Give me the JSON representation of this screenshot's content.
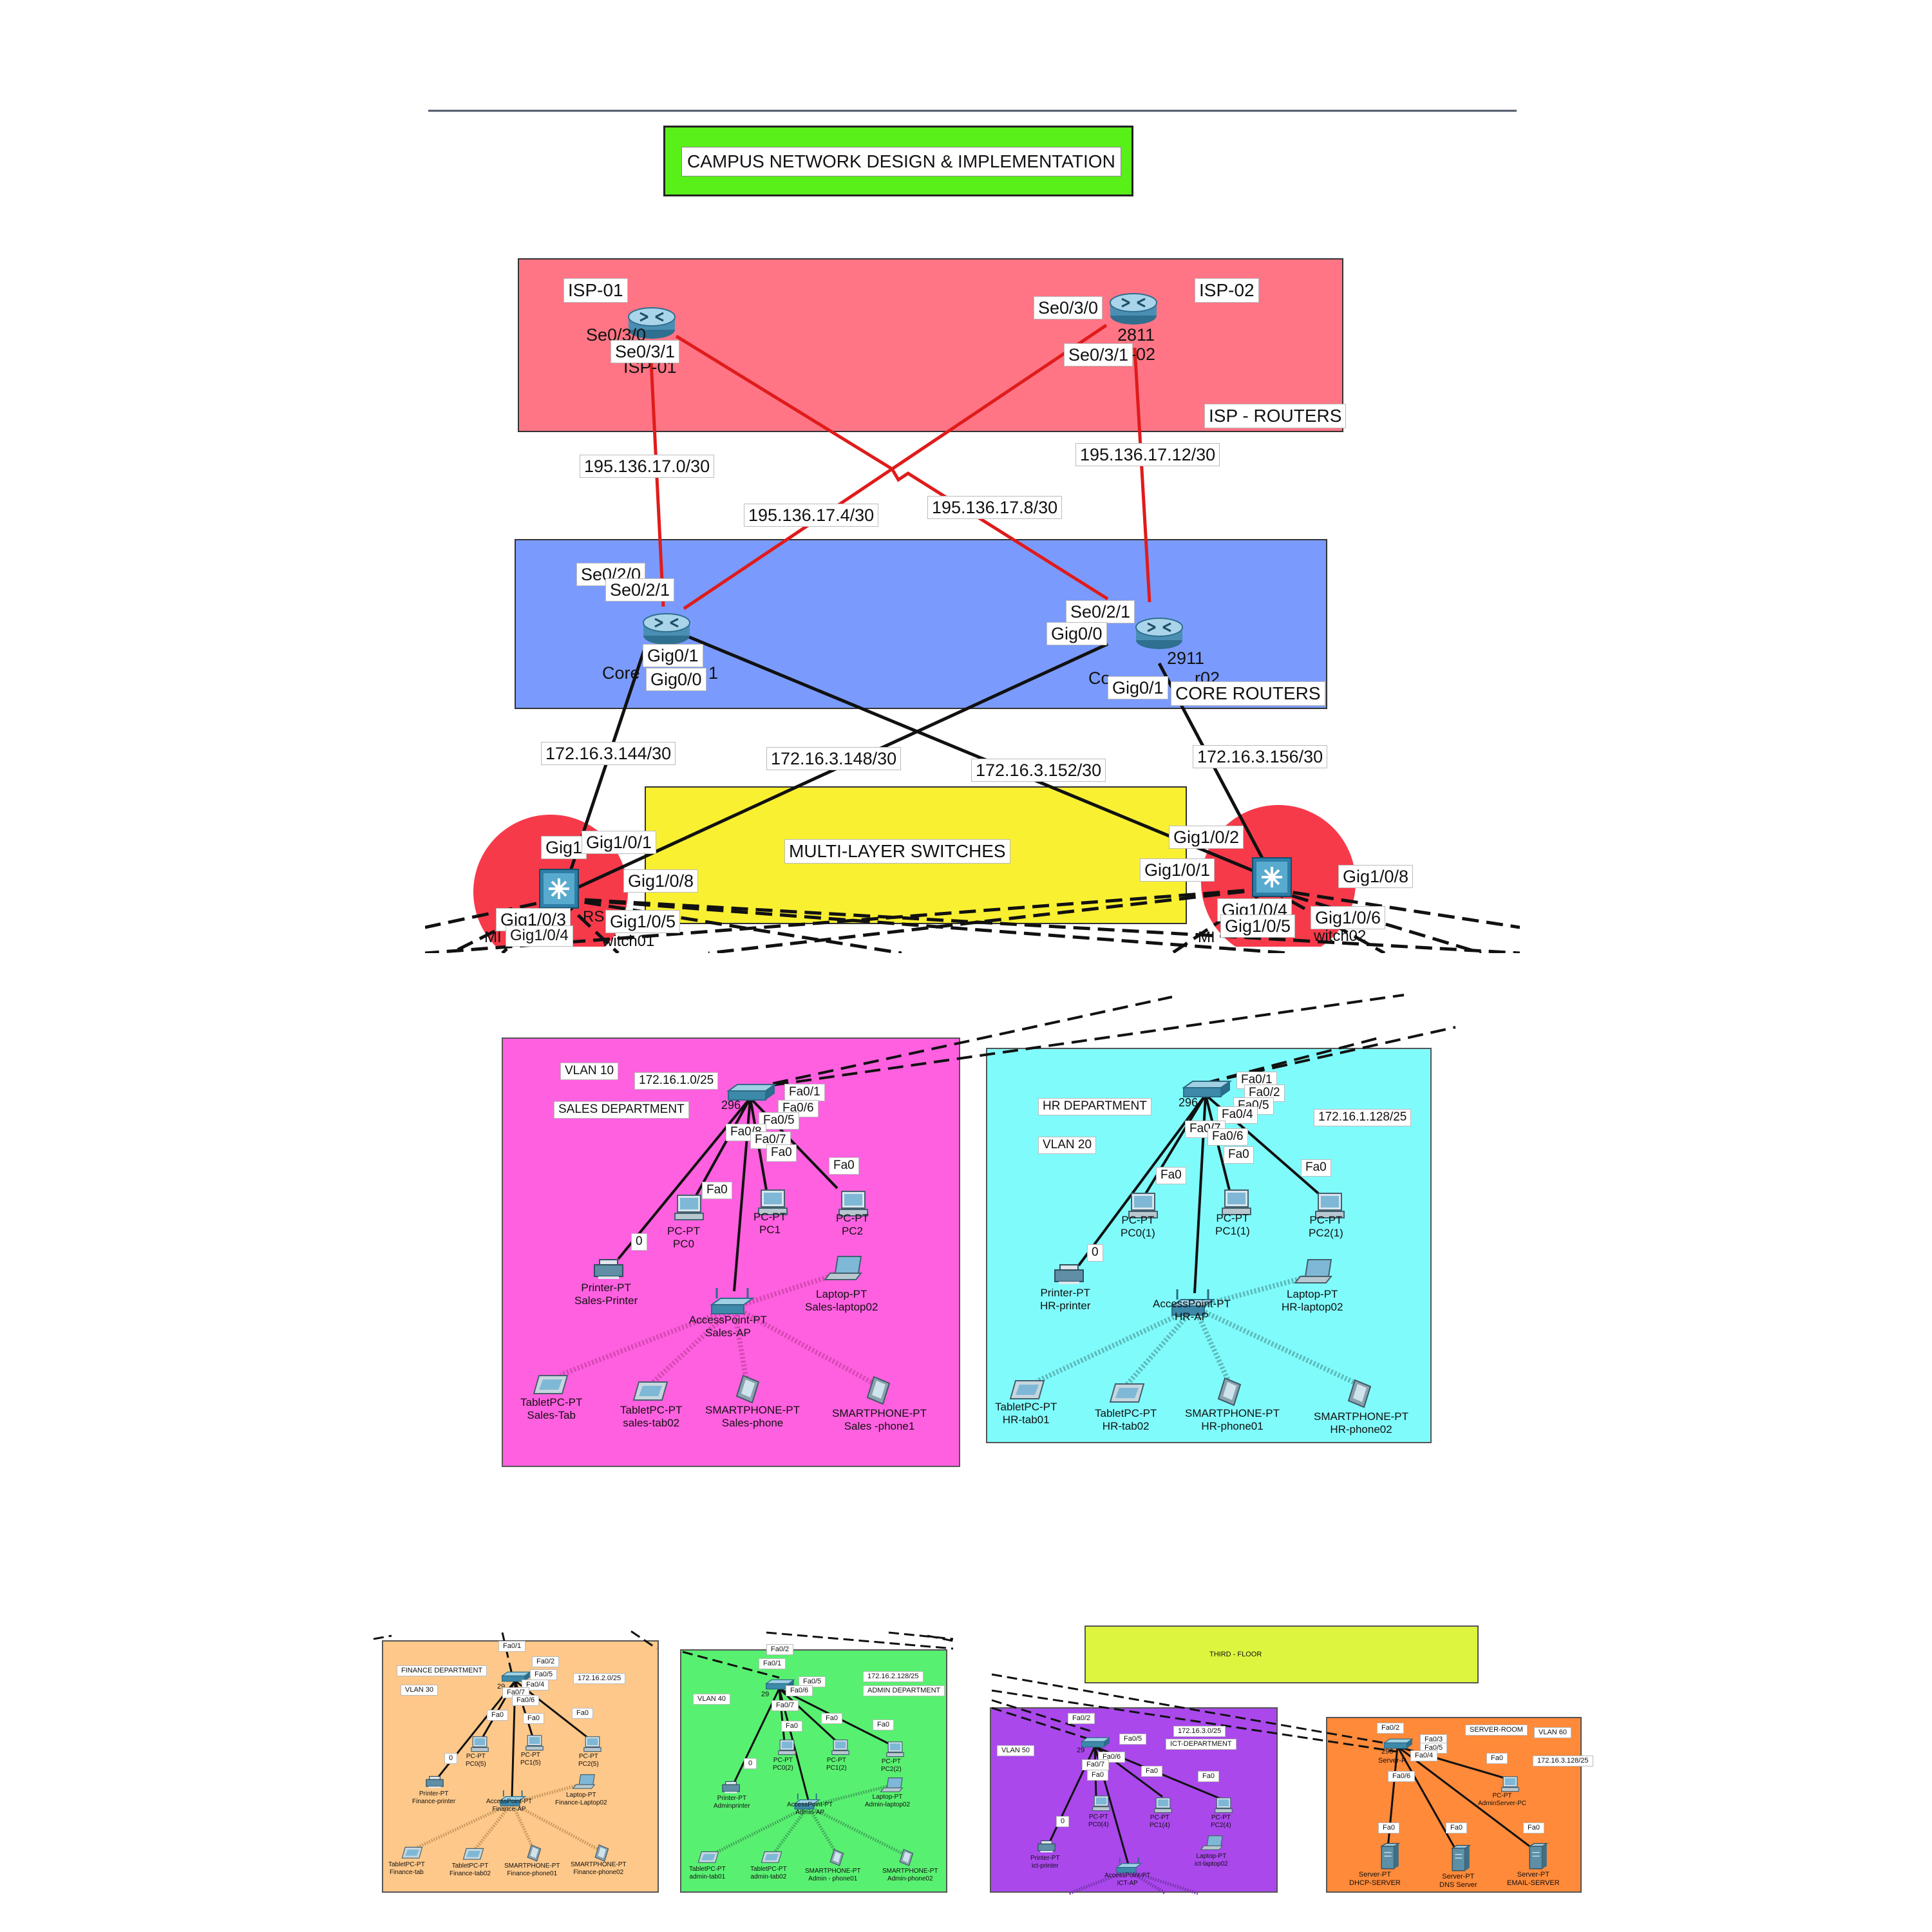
{
  "title": "CAMPUS NETWORK DESIGN & IMPLEMENTATION",
  "zones": {
    "isp": "ISP - ROUTERS",
    "core": "CORE ROUTERS",
    "mls": "MULTI-LAYER SWITCHES",
    "third_floor": "THIRD - FLOOR"
  },
  "routers": {
    "isp01": {
      "name": "ISP-01",
      "caption": "ISP-01",
      "if_a": "Se0/3/0",
      "if_b": "Se0/3/1"
    },
    "isp02": {
      "name": "ISP-02",
      "model": "2811",
      "caption": "-02",
      "if_a": "Se0/3/0",
      "if_b": "Se0/3/1"
    },
    "core01": {
      "caption_a": "Core",
      "caption_b": "1",
      "se_a": "Se0/2/0",
      "se_b": "Se0/2/1",
      "gig_a": "Gig0/1",
      "gig_b": "Gig0/0"
    },
    "core02": {
      "model": "2911",
      "caption": "Co",
      "caption_b": "r02",
      "se_b": "Se0/2/1",
      "gig_a": "Gig0/0",
      "gig_b": "Gig0/1"
    }
  },
  "links": {
    "isp1_core1": "195.136.17.0/30",
    "isp2_core1": "195.136.17.4/30",
    "isp1_core2": "195.136.17.8/30",
    "isp2_core2": "195.136.17.12/30",
    "core1_mls1": "172.16.3.144/30",
    "core2_mls1": "172.16.3.148/30",
    "core1_mls2": "172.16.3.152/30",
    "core2_mls2": "172.16.3.156/30"
  },
  "mls1": {
    "ports": [
      "Gig1",
      "Gig1/0/1",
      "Gig1/0/8",
      "Gig1/0/3",
      "Gig1/0/4",
      "Gig1/0/5"
    ],
    "caption_a": "MI",
    "caption_b": "witch01",
    "frag": "RS"
  },
  "mls2": {
    "ports": [
      "Gig1/0/2",
      "Gig1/0/1",
      "Gig1/0/8",
      "Gig1/0/4",
      "Gig1/0/5",
      "Gig1/0/6"
    ],
    "caption_a": "MI",
    "caption_b": "witch02"
  },
  "sales": {
    "vlan": "VLAN 10",
    "subnet": "172.16.1.0/25",
    "dept": "SALES DEPARTMENT",
    "switch_model": "296",
    "ports": [
      "Fa0/1",
      "Fa0/6",
      "Fa0/5",
      "Fa0/8",
      "Fa0/7",
      "Fa0",
      "Fa0",
      "Fa0",
      "0"
    ],
    "pc0": [
      "PC-PT",
      "PC0"
    ],
    "pc1": [
      "PC-PT",
      "PC1"
    ],
    "pc2": [
      "PC-PT",
      "PC2"
    ],
    "printer": [
      "Printer-PT",
      "Sales-Printer"
    ],
    "laptop": [
      "Laptop-PT",
      "Sales-laptop02"
    ],
    "ap": [
      "AccessPoint-PT",
      "Sales-AP"
    ],
    "tab1": [
      "TabletPC-PT",
      "Sales-Tab"
    ],
    "tab2": [
      "TabletPC-PT",
      "sales-tab02"
    ],
    "phone1": [
      "SMARTPHONE-PT",
      "Sales-phone"
    ],
    "phone2": [
      "SMARTPHONE-PT",
      "Sales -phone1"
    ]
  },
  "hr": {
    "vlan": "VLAN 20",
    "subnet": "172.16.1.128/25",
    "dept": "HR DEPARTMENT",
    "switch_model": "296",
    "ports": [
      "Fa0/1",
      "Fa0/2",
      "Fa0/5",
      "Fa0/4",
      "Fa0/7",
      "Fa0/6",
      "Fa0",
      "Fa0",
      "Fa0",
      "0"
    ],
    "pc0": [
      "PC-PT",
      "PC0(1)"
    ],
    "pc1": [
      "PC-PT",
      "PC1(1)"
    ],
    "pc2": [
      "PC-PT",
      "PC2(1)"
    ],
    "printer": [
      "Printer-PT",
      "HR-printer"
    ],
    "laptop": [
      "Laptop-PT",
      "HR-laptop02"
    ],
    "ap": [
      "AccessPoint-PT",
      "HR-AP"
    ],
    "tab1": [
      "TabletPC-PT",
      "HR-tab01"
    ],
    "tab2": [
      "TabletPC-PT",
      "HR-tab02"
    ],
    "phone1": [
      "SMARTPHONE-PT",
      "HR-phone01"
    ],
    "phone2": [
      "SMARTPHONE-PT",
      "HR-phone02"
    ]
  },
  "finance": {
    "vlan": "VLAN 30",
    "subnet": "172.16.2.0/25",
    "dept": "FINANCE DEPARTMENT",
    "switch_model": "29",
    "ports": [
      "Fa0/1",
      "Fa0/2",
      "Fa0/5",
      "Fa0/4",
      "Fa0/7",
      "Fa0/6",
      "Fa0",
      "Fa0",
      "Fa0",
      "0"
    ],
    "pc0": [
      "PC-PT",
      "PC0(5)"
    ],
    "pc1": [
      "PC-PT",
      "PC1(5)"
    ],
    "pc2": [
      "PC-PT",
      "PC2(5)"
    ],
    "printer": [
      "Printer-PT",
      "Finance-printer"
    ],
    "laptop": [
      "Laptop-PT",
      "Finance-Laptop02"
    ],
    "ap": [
      "AccessPoint-PT",
      "Finance-AP"
    ],
    "tab1": [
      "TabletPC-PT",
      "Finance-tab"
    ],
    "tab2": [
      "TabletPC-PT",
      "Finance-tab02"
    ],
    "phone1": [
      "SMARTPHONE-PT",
      "Finance-phone01"
    ],
    "phone2": [
      "SMARTPHONE-PT",
      "Finance-phone02"
    ]
  },
  "admin": {
    "vlan": "VLAN 40",
    "subnet": "172.16.2.128/25",
    "dept": "ADMIN DEPARTMENT",
    "switch_model": "29",
    "ports": [
      "Fa0/2",
      "Fa0/1",
      "Fa0/5",
      "Fa0/6",
      "Fa0/7",
      "Fa0",
      "Fa0",
      "Fa0",
      "0"
    ],
    "pc0": [
      "PC-PT",
      "PC0(2)"
    ],
    "pc1": [
      "PC-PT",
      "PC1(2)"
    ],
    "pc2": [
      "PC-PT",
      "PC2(2)"
    ],
    "printer": [
      "Printer-PT",
      "Adminprinter"
    ],
    "laptop": [
      "Laptop-PT",
      "Admin-laptop02"
    ],
    "ap": [
      "AccessPoint-PT",
      "Admin-AP"
    ],
    "tab1": [
      "TabletPC-PT",
      "admin-tab01"
    ],
    "tab2": [
      "TabletPC-PT",
      "admin-tab02"
    ],
    "phone1": [
      "SMARTPHONE-PT",
      "Admin - phone01"
    ],
    "phone2": [
      "SMARTPHONE-PT",
      "Admin-phone02"
    ]
  },
  "ict": {
    "vlan": "VLAN 50",
    "subnet": "172.16.3.0/25",
    "dept": "ICT-DEPARTMENT",
    "switch_model": "29",
    "ports": [
      "Fa0/2",
      "Fa0/5",
      "Fa0/6",
      "Fa0/7",
      "Fa0",
      "Fa0",
      "Fa0",
      "0"
    ],
    "pc0": [
      "PC-PT",
      "PC0(4)"
    ],
    "pc1": [
      "PC-PT",
      "PC1(4)"
    ],
    "pc2": [
      "PC-PT",
      "PC2(4)"
    ],
    "printer": [
      "Printer-PT",
      "ict-printer"
    ],
    "laptop": [
      "Laptop-PT",
      "ict-laptop02"
    ],
    "ap": [
      "AccessPoint-PT",
      "ICT-AP"
    ]
  },
  "server": {
    "vlan": "VLAN 60",
    "subnet": "172.16.3.128/25",
    "dept": "SERVER-ROOM",
    "switch_model": "296",
    "switch_caption": "Server-R",
    "ports": [
      "Fa0/2",
      "Fa0/3",
      "Fa0/5",
      "Fa0/4",
      "Fa0/6",
      "Fa0",
      "Fa0",
      "Fa0",
      "Fa0"
    ],
    "admin_pc": [
      "PC-PT",
      "AdminServer-PC"
    ],
    "dhcp": [
      "Server-PT",
      "DHCP-SERVER"
    ],
    "dns": [
      "Server-PT",
      "DNS Server"
    ],
    "email": [
      "Server-PT",
      "EMAIL-SERVER"
    ]
  },
  "colors": {
    "title_bg": "#58f018",
    "isp_bg": "#ff7585",
    "core_bg": "#7a9bfd",
    "mls_bg": "#f9f032",
    "mls_circle": "#f73a4a",
    "sales_bg": "#ff60e0",
    "hr_bg": "#80fbfc",
    "finance_bg": "#fec88a",
    "admin_bg": "#58f070",
    "ict_bg": "#aa48ec",
    "server_bg": "#ff8a3a",
    "third_floor_bg": "#ddf53e",
    "serial_link": "#e01b1b",
    "ethernet_link": "#111111"
  }
}
